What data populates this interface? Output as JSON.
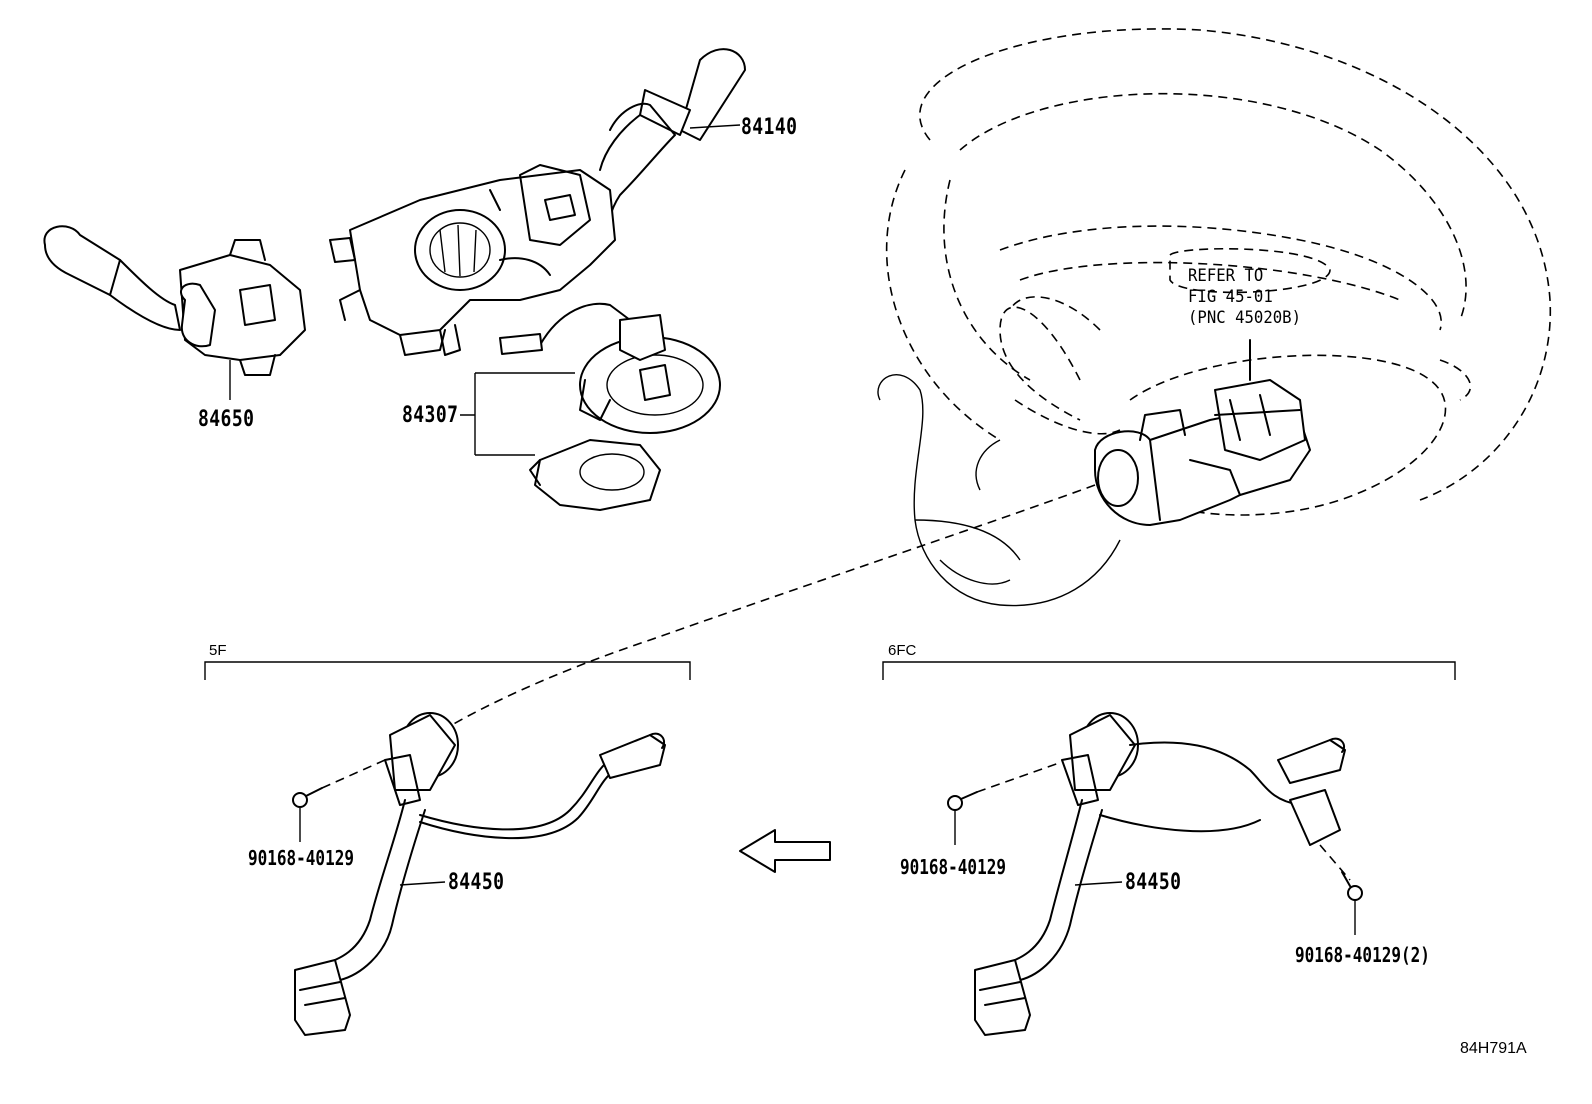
{
  "diagram": {
    "code": "84H791A",
    "groups": {
      "left": "5F",
      "right": "6FC"
    },
    "parts": {
      "combination_switch": "84140",
      "turn_switch": "84650",
      "spiral_cable": "84307",
      "wire_harness_left": "84450",
      "wire_harness_right": "84450",
      "screw_left": "90168-40129",
      "screw_right": "90168-40129",
      "screw_right_extra": "90168-40129(2)"
    },
    "reference_note": [
      "REFER TO",
      "FIG 45-01",
      "(PNC 45020B)"
    ]
  }
}
